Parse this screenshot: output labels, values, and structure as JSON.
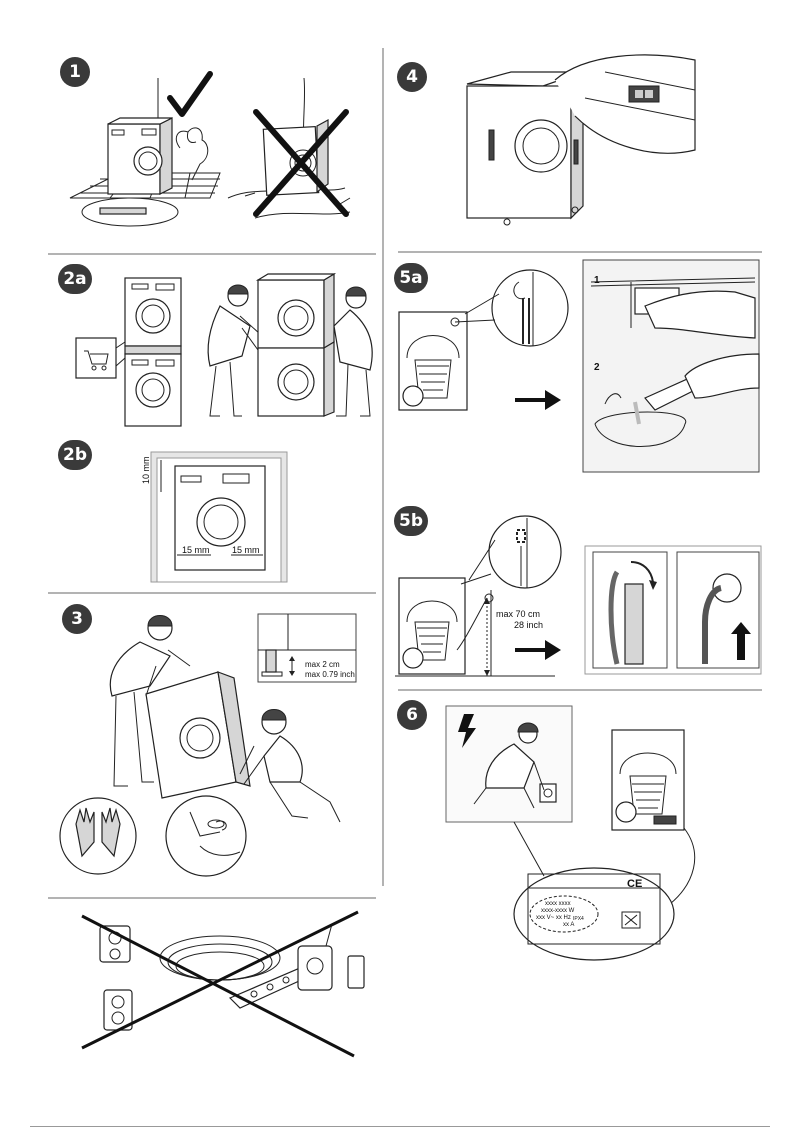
{
  "steps": {
    "s1": "1",
    "s2a": "2a",
    "s2b": "2b",
    "s3": "3",
    "s4": "4",
    "s5a": "5a",
    "s5b": "5b",
    "s6": "6"
  },
  "step2b": {
    "top_gap": "10 mm",
    "left_gap": "15 mm",
    "right_gap": "15 mm"
  },
  "step3": {
    "max_cm": "max 2 cm",
    "max_inch": "max 0.79 inch"
  },
  "step5a": {
    "sub1": "1",
    "sub2": "2"
  },
  "step5b": {
    "max_cm": "max  70 cm",
    "max_inch": "28 inch"
  },
  "step6": {
    "label_line1": "xxxx xxxx",
    "label_line2": "xxxx-xxxx W",
    "label_line3": "xxx  V~  xx Hz",
    "label_ipx": "IPX4",
    "label_amps": "xx A",
    "ce_mark": "CE"
  }
}
